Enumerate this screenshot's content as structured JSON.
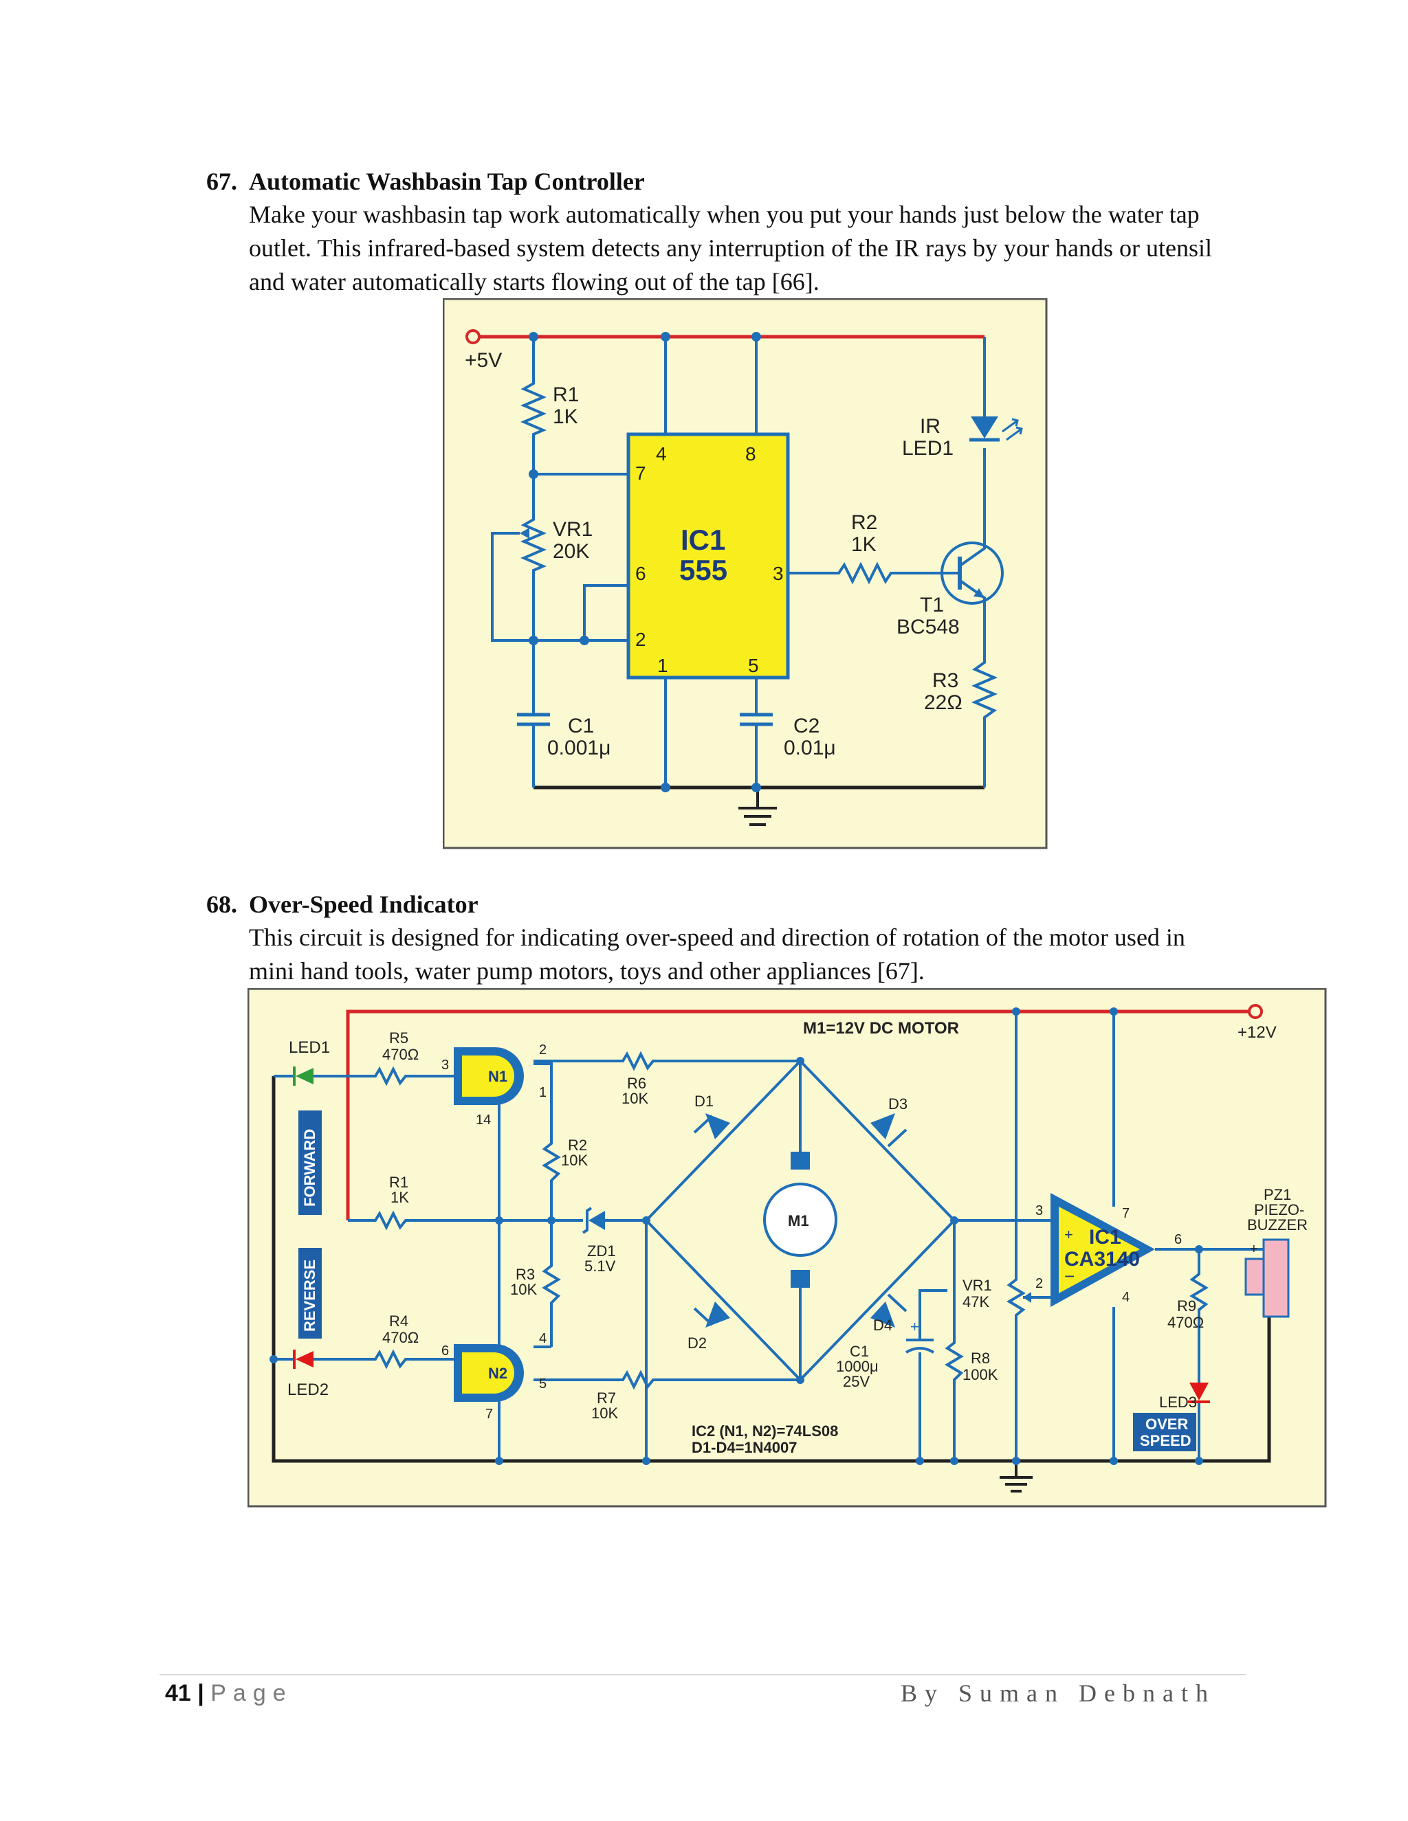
{
  "sections": [
    {
      "number": "67.",
      "title": "Automatic Washbasin Tap Controller",
      "lines": [
        "Make your washbasin tap work automatically when you put your hands just below the water tap",
        "outlet. This infrared-based system detects any interruption of the IR rays by your hands or utensil",
        "and water automatically starts flowing out of the tap [66]."
      ],
      "figure": {
        "supply": "+5V",
        "r1": [
          "R1",
          "1K"
        ],
        "vr1": [
          "VR1",
          "20K"
        ],
        "ic": [
          "IC1",
          "555"
        ],
        "pins": [
          "4",
          "8",
          "7",
          "6",
          "3",
          "2",
          "1",
          "5"
        ],
        "r2": [
          "R2",
          "1K"
        ],
        "ir_led": [
          "IR",
          "LED1"
        ],
        "t1": [
          "T1",
          "BC548"
        ],
        "r3": [
          "R3",
          "22Ω"
        ],
        "c1": [
          "C1",
          "0.001μ"
        ],
        "c2": [
          "C2",
          "0.01μ"
        ]
      }
    },
    {
      "number": "68.",
      "title": "Over-Speed Indicator",
      "lines": [
        "This circuit is designed for indicating over-speed and direction of rotation of the motor used in",
        "mini hand tools, water pump motors, toys and other appliances [67]."
      ],
      "figure": {
        "motor_note": "M1=12V DC MOTOR",
        "supply": "+12V",
        "led1": "LED1",
        "led2": "LED2",
        "led3": "LED3",
        "forward": "FORWARD",
        "reverse": "REVERSE",
        "r5": [
          "R5",
          "470Ω"
        ],
        "r1": [
          "R1",
          "1K"
        ],
        "r4": [
          "R4",
          "470Ω"
        ],
        "n1": "N1",
        "n2": "N2",
        "n1_pins": [
          "3",
          "2",
          "1",
          "14"
        ],
        "n2_pins": [
          "6",
          "4",
          "5",
          "7"
        ],
        "r6": [
          "R6",
          "10K"
        ],
        "r2": [
          "R2",
          "10K"
        ],
        "r3": [
          "R3",
          "10K"
        ],
        "r7": [
          "R7",
          "10K"
        ],
        "zd1": [
          "ZD1",
          "5.1V"
        ],
        "d1": "D1",
        "d2": "D2",
        "d3": "D3",
        "d4": "D4",
        "m1": "M1",
        "c1": [
          "C1",
          "1000μ",
          "25V"
        ],
        "r8": [
          "R8",
          "100K"
        ],
        "vr1": [
          "VR1",
          "47K"
        ],
        "ic1": [
          "IC1",
          "CA3140"
        ],
        "ic1_pins": [
          "3",
          "2",
          "7",
          "4",
          "6"
        ],
        "r9": [
          "R9",
          "470Ω"
        ],
        "pz1": [
          "PZ1",
          "PIEZO-",
          "BUZZER"
        ],
        "over_speed": [
          "OVER",
          "SPEED"
        ],
        "notes": [
          "IC2 (N1, N2)=74LS08",
          "D1-D4=1N4007"
        ]
      }
    }
  ],
  "footer": {
    "page_number": "41",
    "separator": "|",
    "page_label": "Page",
    "author": "By Suman Debnath"
  },
  "colors": {
    "panel": "#fbf9d2",
    "wire": "#1f6fb8",
    "supply_wire": "#d62828",
    "ground_wire": "#222222",
    "ic_fill": "#f8ee1e",
    "ic_border": "#1f6fb8",
    "label_box": "#1f5fa8",
    "led_green": "#2e9c3b",
    "led_red": "#e01818",
    "buzzer": "#f4b6c2"
  }
}
